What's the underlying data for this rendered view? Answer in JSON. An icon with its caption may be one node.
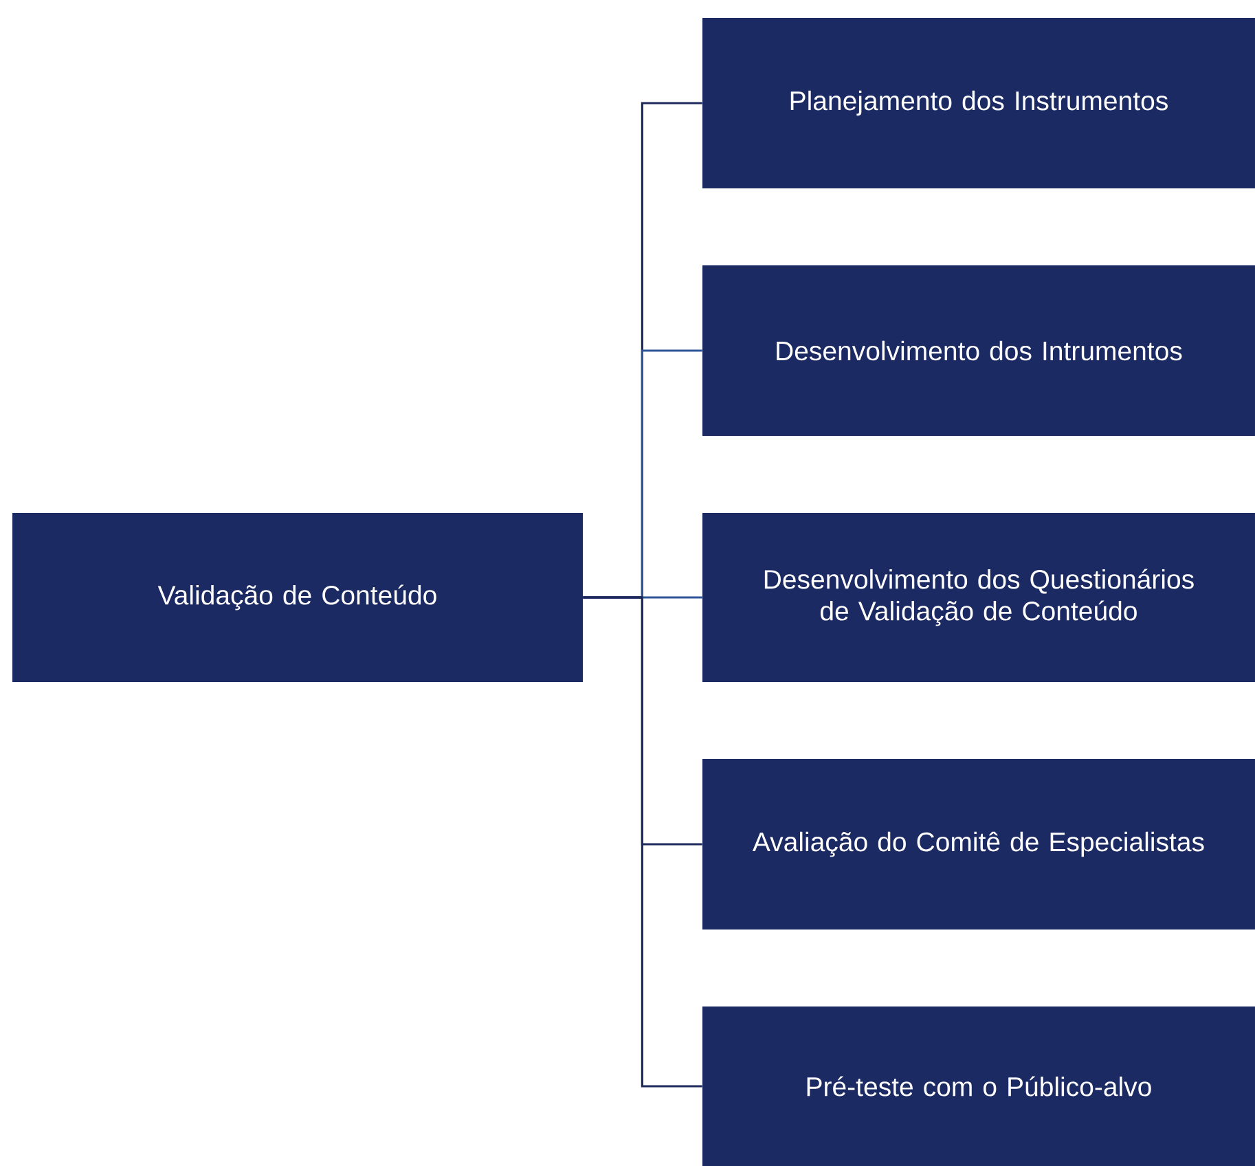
{
  "diagram": {
    "nodes": [
      {
        "text": [
          "Validação de Conteúdo"
        ]
      },
      {
        "text": [
          "Planejamento dos Instrumentos"
        ]
      },
      {
        "text": [
          "Desenvolvimento dos Intrumentos"
        ]
      },
      {
        "text": [
          "Desenvolvimento dos Questionários de Validação de Conteúdo"
        ]
      },
      {
        "text": [
          "Avaliação do Comitê de Especialistas"
        ]
      },
      {
        "text": [
          "Pré-teste com o Público-alvo"
        ]
      }
    ],
    "edges": [
      {
        "from": 0,
        "to": 1,
        "arrow": "none"
      },
      {
        "from": 0,
        "to": 2,
        "arrow": "none",
        "color": "#2e5597"
      },
      {
        "from": 0,
        "to": 3,
        "arrow": "none",
        "color": "#2e5597"
      },
      {
        "from": 0,
        "to": 4,
        "arrow": "none"
      },
      {
        "from": 0,
        "to": 5,
        "arrow": "none"
      }
    ]
  }
}
